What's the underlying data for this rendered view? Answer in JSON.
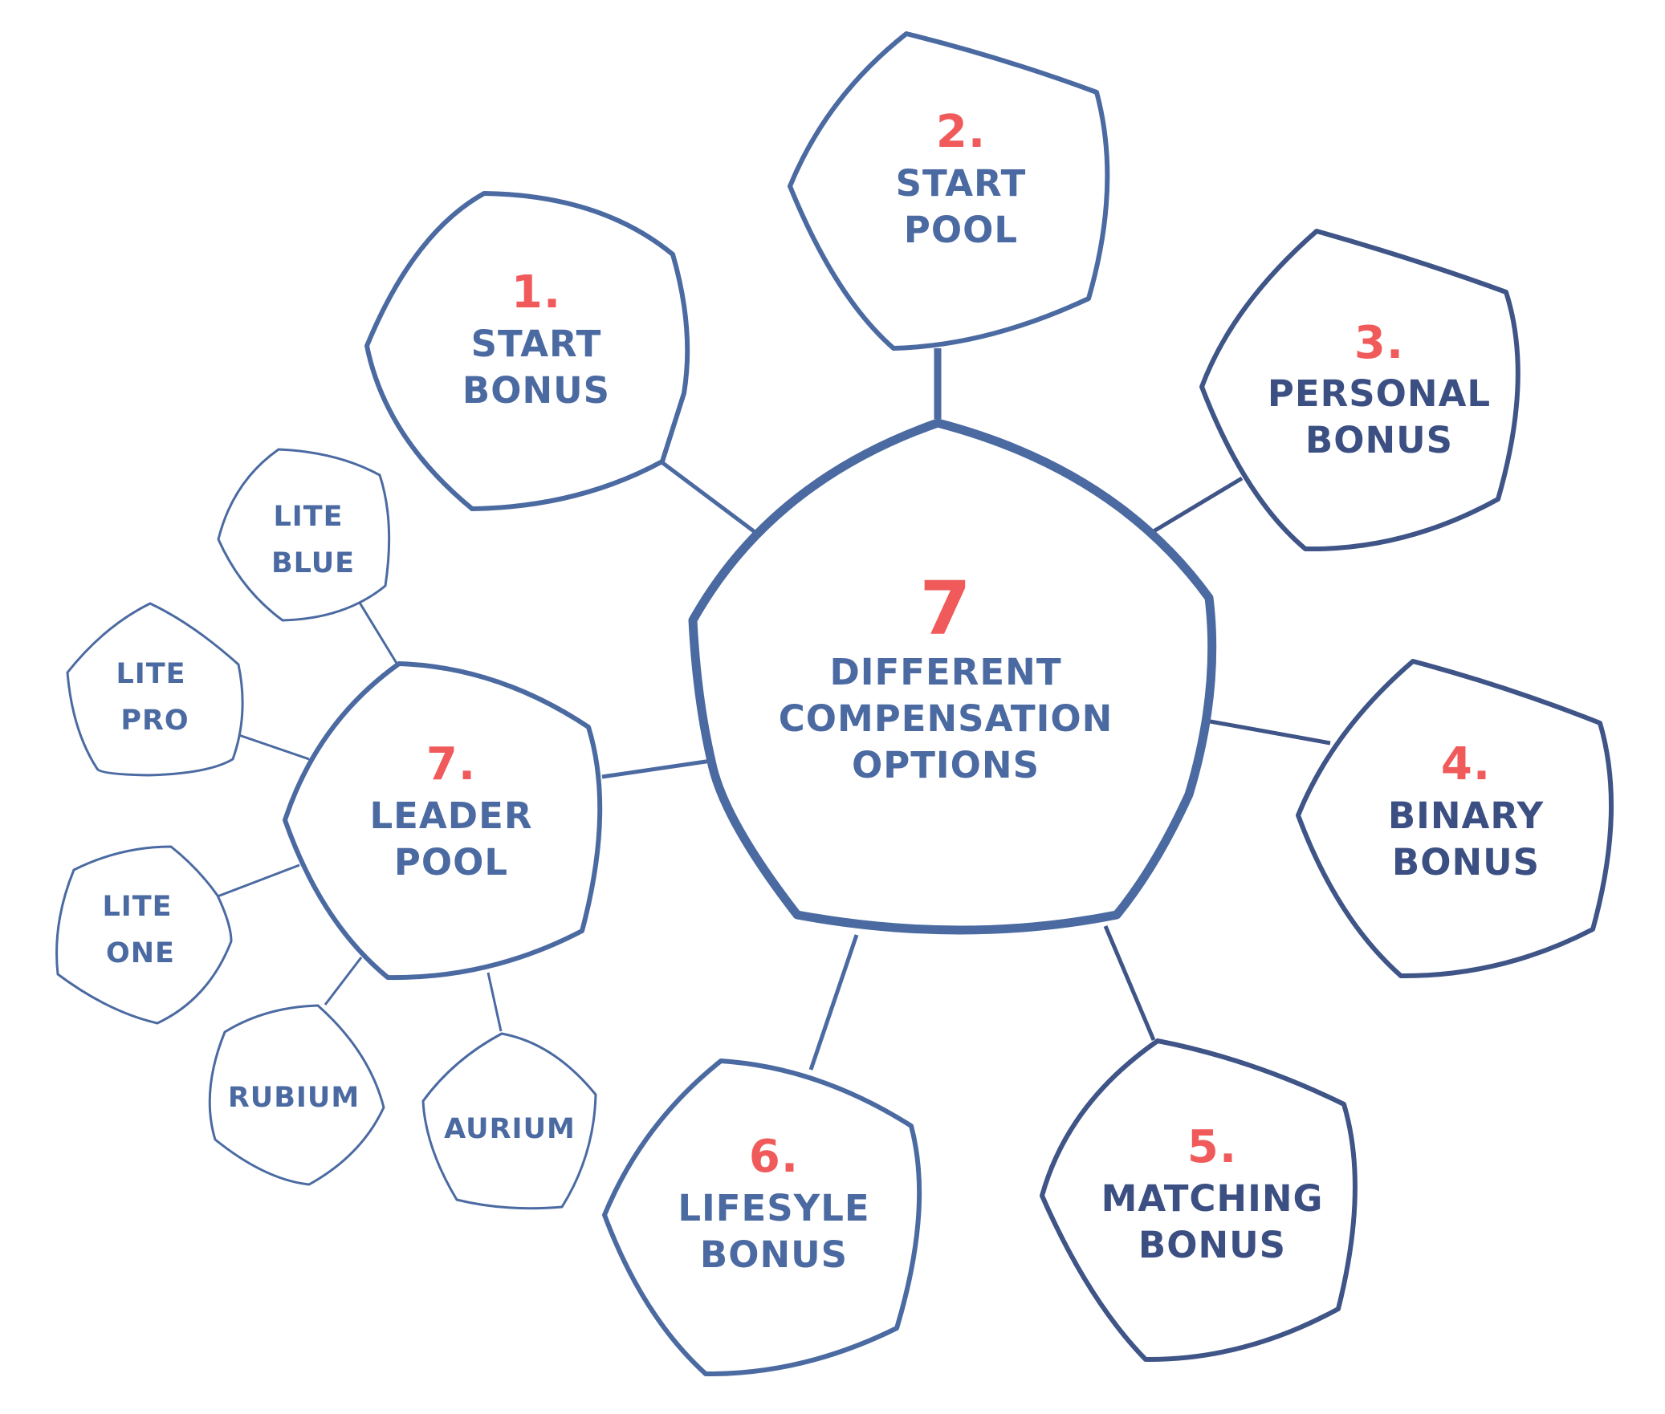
{
  "colors": {
    "stroke": "#4b6aa1",
    "stroke_dark": "#3f5487",
    "number": "#f05a5a",
    "label": "#4b6aa1",
    "label_dark": "#3b4f82"
  },
  "center": {
    "number": "7",
    "lines": [
      "DIFFERENT",
      "COMPENSATION",
      "OPTIONS"
    ]
  },
  "options": [
    {
      "id": "start-bonus",
      "number": "1.",
      "lines": [
        "START",
        "BONUS"
      ]
    },
    {
      "id": "start-pool",
      "number": "2.",
      "lines": [
        "START",
        "POOL"
      ]
    },
    {
      "id": "personal-bonus",
      "number": "3.",
      "lines": [
        "PERSONAL",
        "BONUS"
      ]
    },
    {
      "id": "binary-bonus",
      "number": "4.",
      "lines": [
        "BINARY",
        "BONUS"
      ]
    },
    {
      "id": "matching-bonus",
      "number": "5.",
      "lines": [
        "MATCHING",
        "BONUS"
      ]
    },
    {
      "id": "lifestyle-bonus",
      "number": "6.",
      "lines": [
        "LIFESYLE",
        "BONUS"
      ]
    },
    {
      "id": "leader-pool",
      "number": "7.",
      "lines": [
        "LEADER",
        "POOL"
      ]
    }
  ],
  "leader_levels": [
    {
      "id": "lite-blue",
      "lines": [
        "LITE",
        "BLUE"
      ]
    },
    {
      "id": "lite-pro",
      "lines": [
        "LITE",
        "PRO"
      ]
    },
    {
      "id": "lite-one",
      "lines": [
        "LITE",
        "ONE"
      ]
    },
    {
      "id": "rubium",
      "lines": [
        "RUBIUM"
      ]
    },
    {
      "id": "aurium",
      "lines": [
        "AURIUM"
      ]
    }
  ]
}
